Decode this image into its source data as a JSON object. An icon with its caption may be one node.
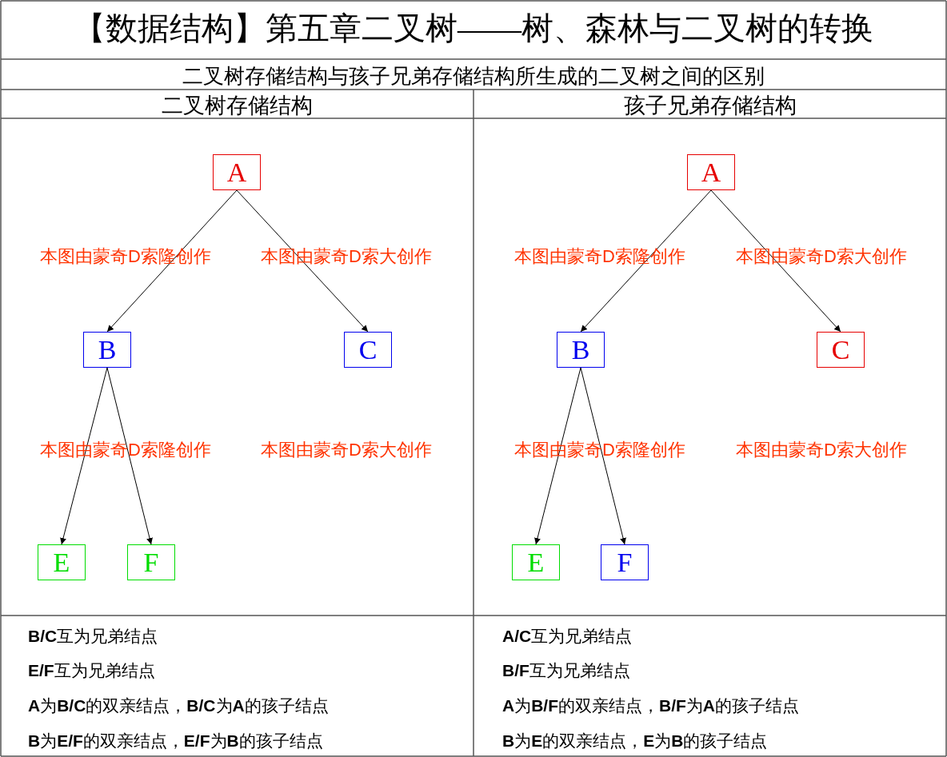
{
  "diagram": {
    "title": "【数据结构】第五章二叉树——树、森林与二叉树的转换",
    "nodes": [
      {
        "text": [
          "A"
        ]
      },
      {
        "text": [
          "B"
        ]
      },
      {
        "text": [
          "C"
        ]
      },
      {
        "text": [
          "E"
        ]
      },
      {
        "text": [
          "F"
        ]
      },
      {
        "text": [
          "A"
        ]
      },
      {
        "text": [
          "B"
        ]
      },
      {
        "text": [
          "C"
        ]
      },
      {
        "text": [
          "E"
        ]
      },
      {
        "text": [
          "F"
        ]
      }
    ],
    "edges": [
      {
        "from": 0,
        "to": 1,
        "arrow": "to"
      },
      {
        "from": 0,
        "to": 2,
        "arrow": "to"
      },
      {
        "from": 1,
        "to": 3,
        "arrow": "to"
      },
      {
        "from": 1,
        "to": 4,
        "arrow": "to"
      },
      {
        "from": 5,
        "to": 6,
        "arrow": "to"
      },
      {
        "from": 5,
        "to": 7,
        "arrow": "to"
      },
      {
        "from": 6,
        "to": 8,
        "arrow": "to"
      },
      {
        "from": 6,
        "to": 9,
        "arrow": "to"
      }
    ],
    "labels": [
      "二叉树存储结构与孩子兄弟存储结构所生成的二叉树之间的区别",
      "二叉树存储结构",
      "孩子兄弟存储结构",
      "本图由蒙奇D索隆创作",
      "本图由蒙奇D索大创作",
      "本图由蒙奇D索隆创作",
      "本图由蒙奇D索大创作",
      "本图由蒙奇D索隆创作",
      "本图由蒙奇D索大创作",
      "本图由蒙奇D索隆创作",
      "本图由蒙奇D索大创作",
      "**B/C**互为兄弟结点",
      "**A/C**互为兄弟结点",
      "**E/F**互为兄弟结点",
      "**B/F**互为兄弟结点",
      "**A**为**B/C**的双亲结点，**B/C**为**A**的孩子结点",
      "**A**为**B/F**的双亲结点，**B/F**为**A**的孩子结点",
      "**B**为**E/F**的双亲结点，**E/F**为**B**的孩子结点",
      "**B**为**E**的双亲结点，**E**为**B**的孩子结点"
    ]
  }
}
